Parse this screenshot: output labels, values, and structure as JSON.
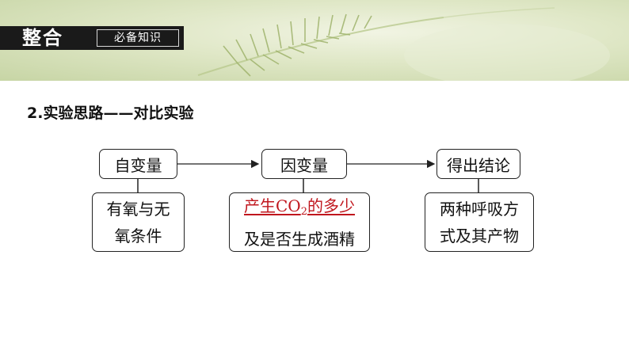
{
  "header": {
    "title": "整合",
    "subtitle": "必备知识"
  },
  "heading": "2.实验思路——对比实验",
  "diagram": {
    "columns": [
      {
        "label": "自变量",
        "lines": [
          "有氧与无",
          "氧条件"
        ]
      },
      {
        "label": "因变量",
        "highlight_prefix": "产生CO",
        "highlight_sub": "2",
        "highlight_suffix": "的多少",
        "lines": [
          "及是否生成酒精"
        ]
      },
      {
        "label": "得出结论",
        "lines": [
          "两种呼吸方",
          "式及其产物"
        ]
      }
    ]
  },
  "colors": {
    "highlight": "#c0161d",
    "banner": "#dfe7c6"
  }
}
